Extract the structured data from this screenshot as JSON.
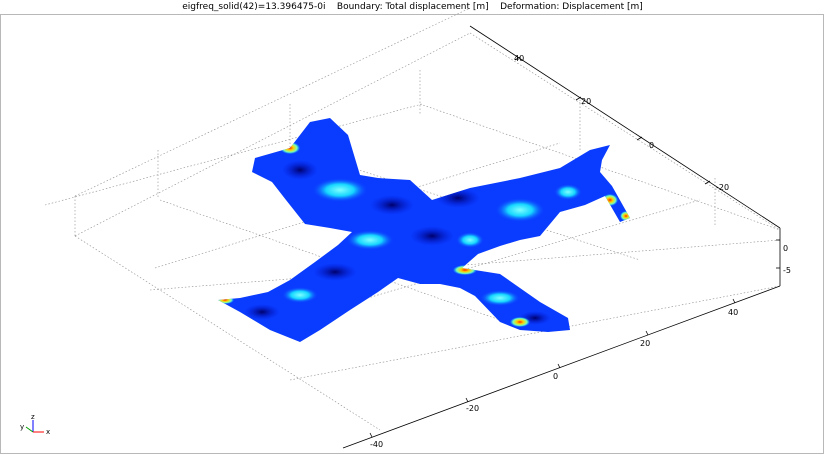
{
  "header": {
    "title": "eigfreq_solid(42)=13.396475-0i    Boundary: Total displacement [m]    Deformation: Displacement [m]"
  },
  "axes": {
    "x_ticks": [
      "-40",
      "-20",
      "0",
      "20",
      "40"
    ],
    "y_ticks": [
      "40",
      "20",
      "0",
      "-20"
    ],
    "z_ticks": [
      "0",
      "-5"
    ]
  },
  "triad": {
    "x": "x",
    "y": "y",
    "z": "z"
  },
  "colors": {
    "colormap": [
      "#00008c",
      "#0015d8",
      "#0a3cff",
      "#00a8ff",
      "#16e6ff",
      "#7dffb0",
      "#f0f000",
      "#ff8c00",
      "#d00000"
    ],
    "grid": "#8c8c8c",
    "axis": "#000000",
    "frame": "#b8b8b8"
  }
}
